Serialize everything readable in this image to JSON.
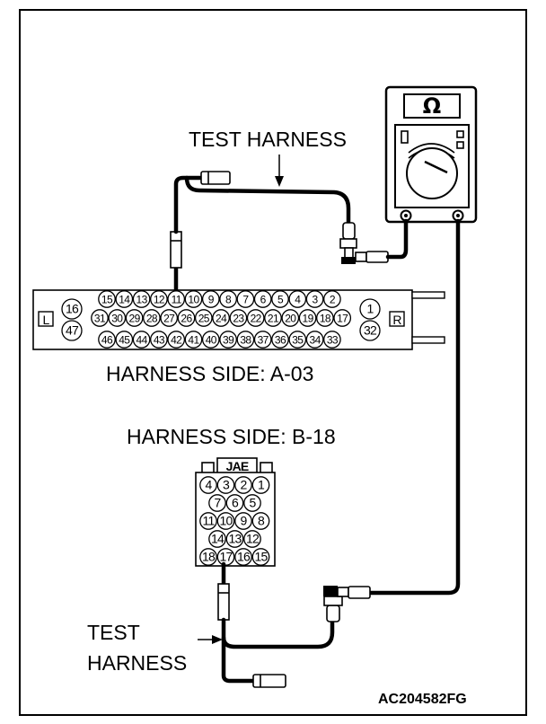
{
  "labels": {
    "test_harness_top": "TEST HARNESS",
    "harness_side_a": "HARNESS SIDE: A-03",
    "harness_side_b": "HARNESS SIDE: B-18",
    "test_harness_bottom_line1": "TEST",
    "test_harness_bottom_line2": "HARNESS",
    "figure_code": "AC204582FG"
  },
  "meter": {
    "symbol": "Ω"
  },
  "connector_a03": {
    "left_tag": "L",
    "right_tag": "R",
    "left_pins": [
      "16",
      "47"
    ],
    "right_pins": [
      "1",
      "32"
    ],
    "row1": [
      "15",
      "14",
      "13",
      "12",
      "11",
      "10",
      "9",
      "8",
      "7",
      "6",
      "5",
      "4",
      "3",
      "2"
    ],
    "row2": [
      "31",
      "30",
      "29",
      "28",
      "27",
      "26",
      "25",
      "24",
      "23",
      "22",
      "21",
      "20",
      "19",
      "18",
      "17"
    ],
    "row3": [
      "46",
      "45",
      "44",
      "43",
      "42",
      "41",
      "40",
      "39",
      "38",
      "37",
      "36",
      "35",
      "34",
      "33"
    ]
  },
  "connector_b18": {
    "brand": "JAE",
    "rows": [
      [
        "4",
        "3",
        "2",
        "1"
      ],
      [
        "7",
        "6",
        "5"
      ],
      [
        "11",
        "10",
        "9",
        "8"
      ],
      [
        "14",
        "13",
        "12"
      ],
      [
        "18",
        "17",
        "16",
        "15"
      ]
    ]
  },
  "icons": [
    "ohmmeter-icon",
    "test-probe-icon",
    "connector-icon"
  ]
}
